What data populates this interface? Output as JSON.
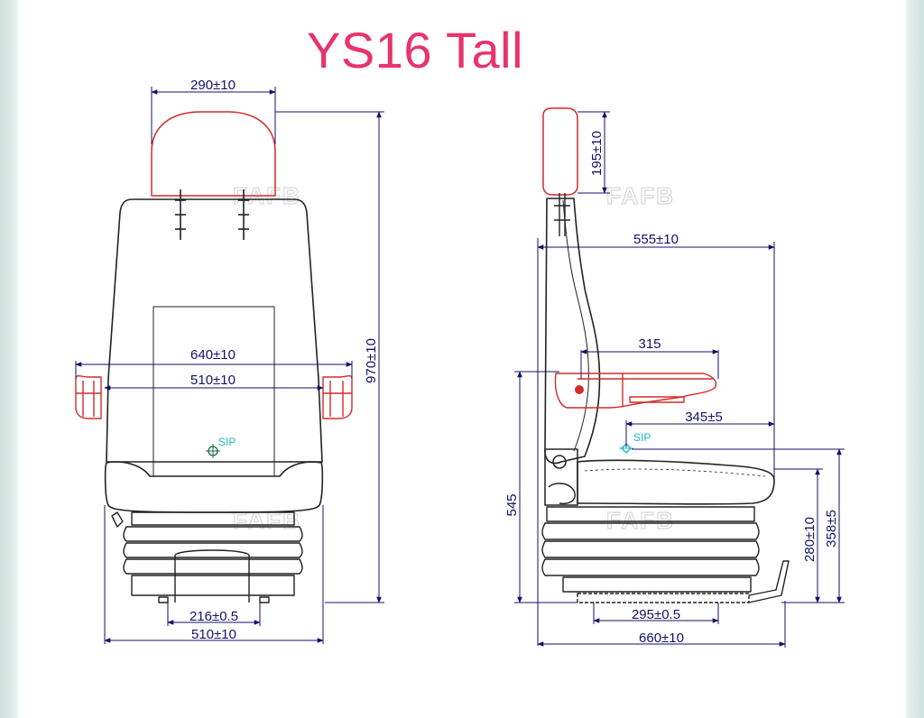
{
  "title": "YS16 Tall",
  "watermark": "FAFB",
  "front_view": {
    "headrest_width": "290±10",
    "overall_height": "970±10",
    "armrest_outer_width": "640±10",
    "armrest_inner_width": "510±10",
    "sip_label": "SIP",
    "base_width": "216±0.5",
    "bottom_width": "510±10"
  },
  "side_view": {
    "headrest_height": "195±10",
    "top_depth": "555±10",
    "armrest_length": "315",
    "seat_depth": "345±5",
    "sip_label": "SIP",
    "armrest_height": "545",
    "seat_height_min": "280±10",
    "seat_height_max": "358±5",
    "base_depth": "295±0.5",
    "overall_depth": "660±10"
  },
  "colors": {
    "title": "#e8336b",
    "dimension_lines": "#12126a",
    "outline": "#222222",
    "headrest_armrest": "#d42a2a",
    "sip": "#18b8c8"
  }
}
